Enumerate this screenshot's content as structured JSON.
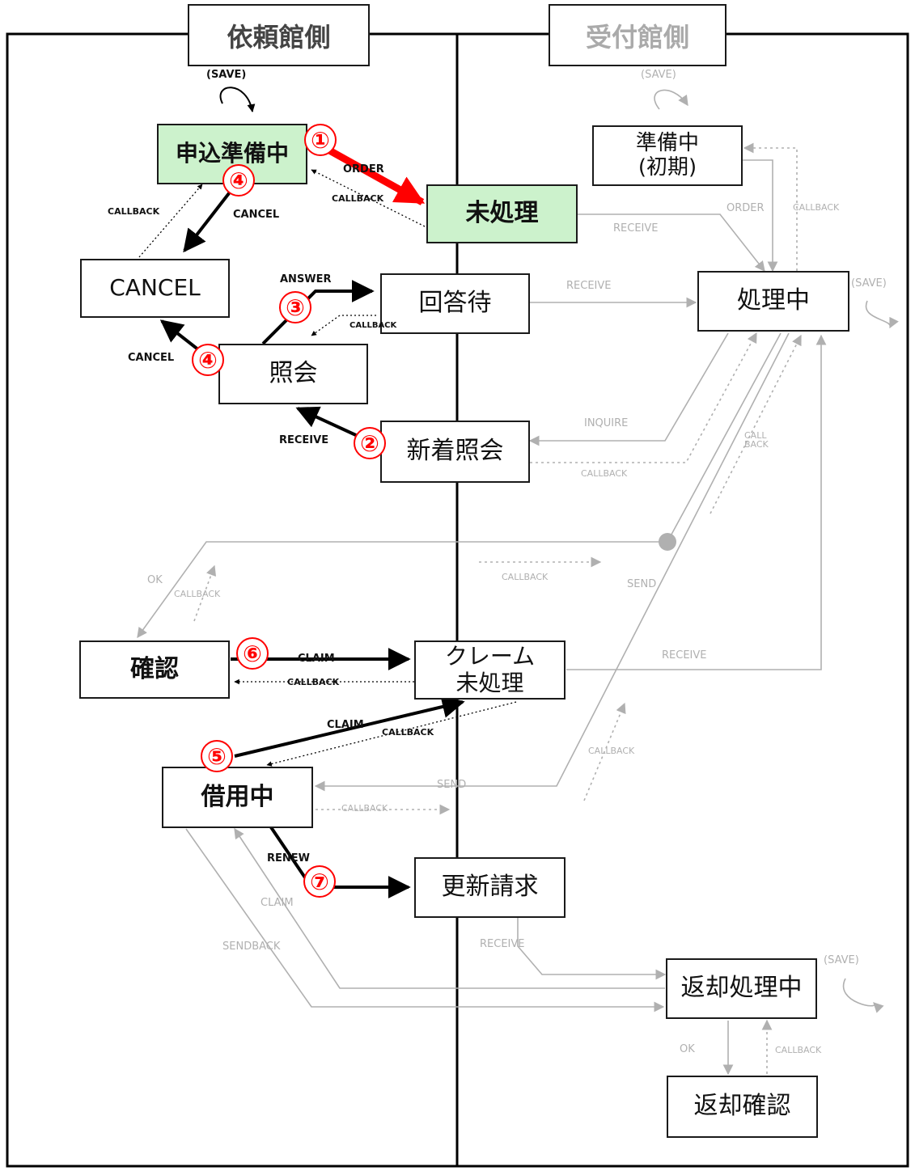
{
  "headers": {
    "requester": "依頼館側",
    "receiver": "受付館側"
  },
  "states": {
    "moushikomi_junbichu": "申込準備中",
    "cancel": "CANCEL",
    "shoukai": "照会",
    "kakunin": "確認",
    "shinyouchu": "借用中",
    "junbichu_shoki": "準備中\n(初期)",
    "mishori": "未処理",
    "kaitoumachi": "回答待",
    "shinchaku_shoukai": "新着照会",
    "claim_mishori": "クレーム\n未処理",
    "koushin_seikyu": "更新請求",
    "shorichu": "処理中",
    "henkyaku_shorichu": "返却処理中",
    "henkyaku_kakunin": "返却確認"
  },
  "labels": {
    "save_left": "(SAVE)",
    "save_right_top": "(SAVE)",
    "save_shorichu": "(SAVE)",
    "save_henkyaku": "(SAVE)",
    "order_dark": "ORDER",
    "callback_order": "CALLBACK",
    "callback_cancel": "CALLBACK",
    "cancel_top": "CANCEL",
    "answer": "ANSWER",
    "callback_small": "CALLBACK",
    "cancel_mid": "CANCEL",
    "receive_dark": "RECEIVE",
    "claim_1": "CLAIM",
    "callback_claim_1": "CALLBACK",
    "claim_2": "CLAIM",
    "callback_claim_2": "CALLBACK",
    "renew": "RENEW",
    "order_gray": "ORDER",
    "callback_gray_1": "CALLBACK",
    "receive_gray_1": "RECEIVE",
    "receive_gray_2": "RECEIVE",
    "inquire": "INQUIRE",
    "callback_gray_2": "CALLBACK",
    "callback_gray_3": "CALL\nBACK",
    "callback_gray_4": "CALLBACK",
    "send_gray_1": "SEND",
    "ok_gray_1": "OK",
    "callback_gray_5": "CALLBACK",
    "receive_gray_3": "RECEIVE",
    "callback_gray_6": "CALLBACK",
    "send_gray_2": "SEND",
    "callback_gray_7": "CALLBACK",
    "claim_gray": "CLAIM",
    "sendback": "SENDBACK",
    "receive_gray_4": "RECEIVE",
    "ok_gray_2": "OK",
    "callback_gray_8": "CALLBACK"
  },
  "step_numbers": [
    "①",
    "②",
    "③",
    "④",
    "④",
    "⑤",
    "⑥",
    "⑦"
  ],
  "colors": {
    "highlight_fill": "#ccf2cc",
    "step_red": "#ff0000",
    "active_line": "#000000",
    "inactive_line": "#b0b0b0"
  }
}
